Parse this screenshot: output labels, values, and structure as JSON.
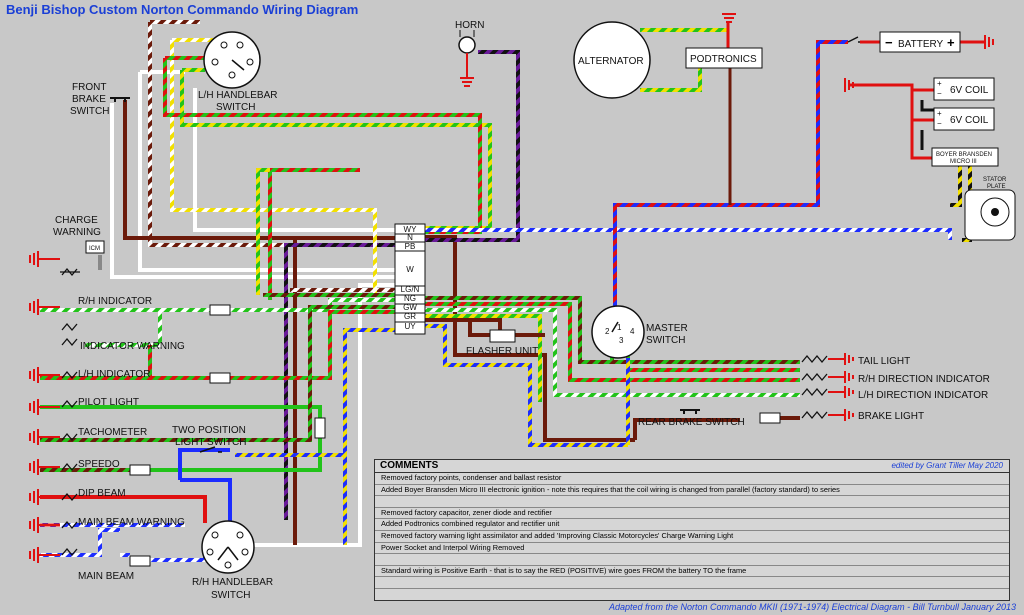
{
  "title": "Benji Bishop Custom  Norton Commando Wiring Diagram",
  "components": {
    "horn": "HORN",
    "alternator": "ALTERNATOR",
    "podtronics": "PODTRONICS",
    "battery": "BATTERY",
    "coil1": "6V COIL",
    "coil2": "6V COIL",
    "ignition_line1": "BOYER BRANSDEN",
    "ignition_line2": "MICRO III",
    "stator_line1": "STATOR",
    "stator_line2": "PLATE",
    "lh_switch_line1": "L/H HANDLEBAR",
    "lh_switch_line2": "SWITCH",
    "front_brake_line1": "FRONT",
    "front_brake_line2": "BRAKE",
    "front_brake_line3": "SWITCH",
    "charge_warning_line1": "CHARGE",
    "charge_warning_line2": "WARNING",
    "icm": "ICM",
    "rh_indicator": "R/H INDICATOR",
    "indicator_warning": "INDICATOR WARNING",
    "lh_indicator": "L/H INDICATOR",
    "pilot_light": "PILOT LIGHT",
    "tachometer": "TACHOMETER",
    "speedo": "SPEEDO",
    "dip_beam": "DIP BEAM",
    "main_beam_warning": "MAIN BEAM WARNING",
    "main_beam": "MAIN BEAM",
    "two_pos_line1": "TWO POSITION",
    "two_pos_line2": "LIGHT SWITCH",
    "rh_switch_line1": "R/H HANDLEBAR",
    "rh_switch_line2": "SWITCH",
    "flasher_unit": "FLASHER UNIT",
    "master_line1": "MASTER",
    "master_line2": "SWITCH",
    "tail_light": "TAIL LIGHT",
    "rh_direction": "R/H DIRECTION INDICATOR",
    "lh_direction": "L/H DIRECTION INDICATOR",
    "brake_light": "BRAKE LIGHT",
    "rear_brake_switch": "REAR BRAKE SWITCH"
  },
  "connector_codes": [
    "WY",
    "N",
    "PB",
    "W",
    "LG/N",
    "NG",
    "GW",
    "GR",
    "UY"
  ],
  "master_terminals": [
    "1",
    "2",
    "3",
    "4"
  ],
  "comments": {
    "header": "COMMENTS",
    "edited_by": "edited by Grant Tiller May 2020",
    "rows": [
      "Removed factory points, condenser and ballast resistor",
      "Added Boyer Bransden Micro III electronic ignition - note this requires that the coil wiring is changed from parallel (factory standard) to series",
      "",
      "Removed factory capacitor, zener diode and rectifier",
      "Added Podtronics combined regulator and rectifier unit",
      "Removed factory warning light assimilator and added 'Improving Classic Motorcycles' Charge Warning Light",
      "Power Socket and Interpol Wiring Removed",
      "",
      "Standard wiring is Positive Earth - that is to say the RED (POSITIVE) wire goes FROM the battery TO the frame",
      ""
    ]
  },
  "credit": "Adapted from the Norton Commando MKII (1971-1974) Electrical Diagram - Bill Turnbull January 2013",
  "colors": {
    "background": "#c8c8c8",
    "brown": "#6b1a0a",
    "red": "#e01010",
    "green": "#22c31a",
    "yellow": "#f2e000",
    "blue": "#1c2cff",
    "purple": "#6a1a9a",
    "white": "#ffffff",
    "title_blue": "#1a3fd6"
  }
}
